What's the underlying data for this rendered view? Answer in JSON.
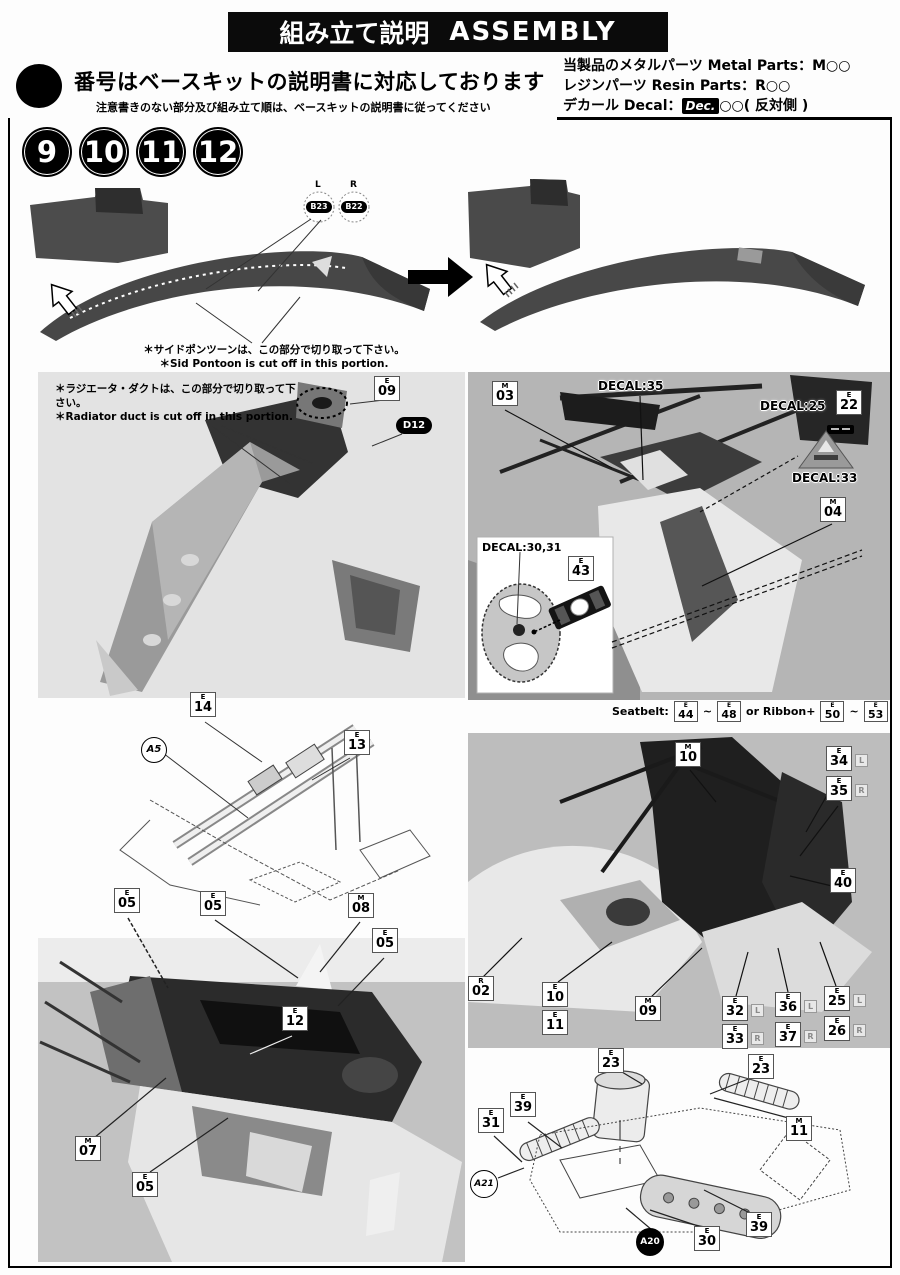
{
  "header": {
    "title_jp": "組み立て説明",
    "title_en": "ASSEMBLY"
  },
  "legend": {
    "metal": "当製品のメタルパーツ Metal Parts：M○○",
    "resin": "レジンパーツ Resin Parts：R○○",
    "decal_prefix": "デカール Decal：",
    "decal_badge": "Dec.",
    "decal_suffix": "○○( 反対側 )"
  },
  "intro": {
    "main": "番号はベースキットの説明書に対応しております",
    "sub": "注意書きのない部分及び組み立て順は、ベースキットの説明書に従ってください"
  },
  "steps": [
    "9",
    "10",
    "11",
    "12"
  ],
  "top_photo": {
    "l": "L",
    "r": "R",
    "b23": "B23",
    "b22": "B22"
  },
  "notes": {
    "pontoon_jp": "＊サイドポンツーンは、この部分で切り取って下さい。",
    "pontoon_en": "＊Sid Pontoon is cut off in this portion.",
    "radiator_jp": "＊ラジエータ・ダクトは、この部分で切り取って下さい。",
    "radiator_en": "＊Radiator duct is cut off in this portion."
  },
  "decals": {
    "d35": "DECAL:35",
    "d25": "DECAL:25",
    "d33": "DECAL:33",
    "d3031": "DECAL:30,31"
  },
  "seatbelt": {
    "label": "Seatbelt:",
    "e44": {
      "t": "E",
      "n": "44"
    },
    "tilde": "~",
    "e48": {
      "t": "E",
      "n": "48"
    },
    "or": "or Ribbon+",
    "e50": {
      "t": "E",
      "n": "50"
    },
    "e53": {
      "t": "E",
      "n": "53"
    }
  },
  "labels": {
    "e09": {
      "t": "E",
      "n": "09"
    },
    "d12": "D12",
    "m03": {
      "t": "M",
      "n": "03"
    },
    "e22": {
      "t": "E",
      "n": "22"
    },
    "m04": {
      "t": "M",
      "n": "04"
    },
    "e43": {
      "t": "E",
      "n": "43"
    },
    "e14": {
      "t": "E",
      "n": "14"
    },
    "e13": {
      "t": "E",
      "n": "13"
    },
    "a5": "A5",
    "e05": {
      "t": "E",
      "n": "05"
    },
    "m08": {
      "t": "M",
      "n": "08"
    },
    "e12": {
      "t": "E",
      "n": "12"
    },
    "m07": {
      "t": "M",
      "n": "07"
    },
    "m10": {
      "t": "M",
      "n": "10"
    },
    "e34": {
      "t": "E",
      "n": "34"
    },
    "e35": {
      "t": "E",
      "n": "35"
    },
    "e40": {
      "t": "E",
      "n": "40"
    },
    "r02": {
      "t": "R",
      "n": "02"
    },
    "e10": {
      "t": "E",
      "n": "10"
    },
    "e11": {
      "t": "E",
      "n": "11"
    },
    "m09": {
      "t": "M",
      "n": "09"
    },
    "e32": {
      "t": "E",
      "n": "32"
    },
    "e33": {
      "t": "E",
      "n": "33"
    },
    "e36": {
      "t": "E",
      "n": "36"
    },
    "e37": {
      "t": "E",
      "n": "37"
    },
    "e25": {
      "t": "E",
      "n": "25"
    },
    "e26": {
      "t": "E",
      "n": "26"
    },
    "e23": {
      "t": "E",
      "n": "23"
    },
    "e39": {
      "t": "E",
      "n": "39"
    },
    "e31": {
      "t": "E",
      "n": "31"
    },
    "m11": {
      "t": "M",
      "n": "11"
    },
    "a21": "A21",
    "a20": "A20",
    "e30": {
      "t": "E",
      "n": "30"
    }
  },
  "suffix": {
    "l": "L",
    "r": "R"
  }
}
